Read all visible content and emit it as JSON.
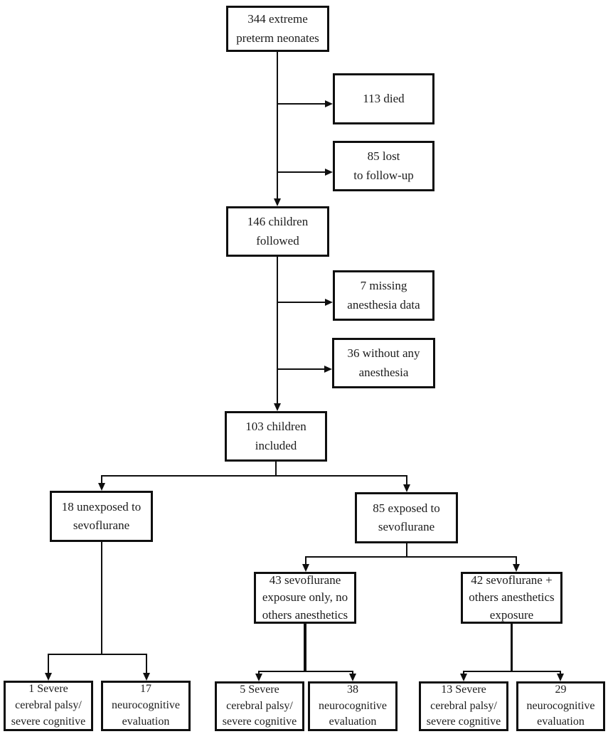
{
  "palette": {
    "line": "#0f0f0f",
    "background": "#ffffff",
    "text": "#1c1c1c"
  },
  "nodes": {
    "total": {
      "label": "344 extreme\npreterm neonates"
    },
    "died": {
      "label": "113 died"
    },
    "lost": {
      "label": "85 lost\nto follow-up"
    },
    "followed": {
      "label": "146 children\nfollowed"
    },
    "missing": {
      "label": "7 missing\nanesthesia data"
    },
    "no_anesthesia": {
      "label": "36 without any\nanesthesia"
    },
    "included": {
      "label": "103 children\nincluded"
    },
    "unexposed": {
      "label": "18 unexposed to\nsevoflurane"
    },
    "exposed": {
      "label": "85 exposed to\nsevoflurane"
    },
    "sevo_only": {
      "label": "43 sevoflurane\nexposure only, no\nothers anesthetics"
    },
    "sevo_plus": {
      "label": "42 sevoflurane +\nothers anesthetics\nexposure"
    },
    "unexposed_severe": {
      "label": "1 Severe\ncerebral palsy/\nsevere cognitive"
    },
    "unexposed_eval": {
      "label": "17\nneurocognitive\nevaluation"
    },
    "sevo_only_severe": {
      "label": "5 Severe\ncerebral palsy/\nsevere cognitive"
    },
    "sevo_only_eval": {
      "label": "38\nneurocognitive\nevaluation"
    },
    "sevo_plus_severe": {
      "label": "13 Severe\ncerebral palsy/\nsevere cognitive"
    },
    "sevo_plus_eval": {
      "label": "29\nneurocognitive\nevaluation"
    }
  }
}
